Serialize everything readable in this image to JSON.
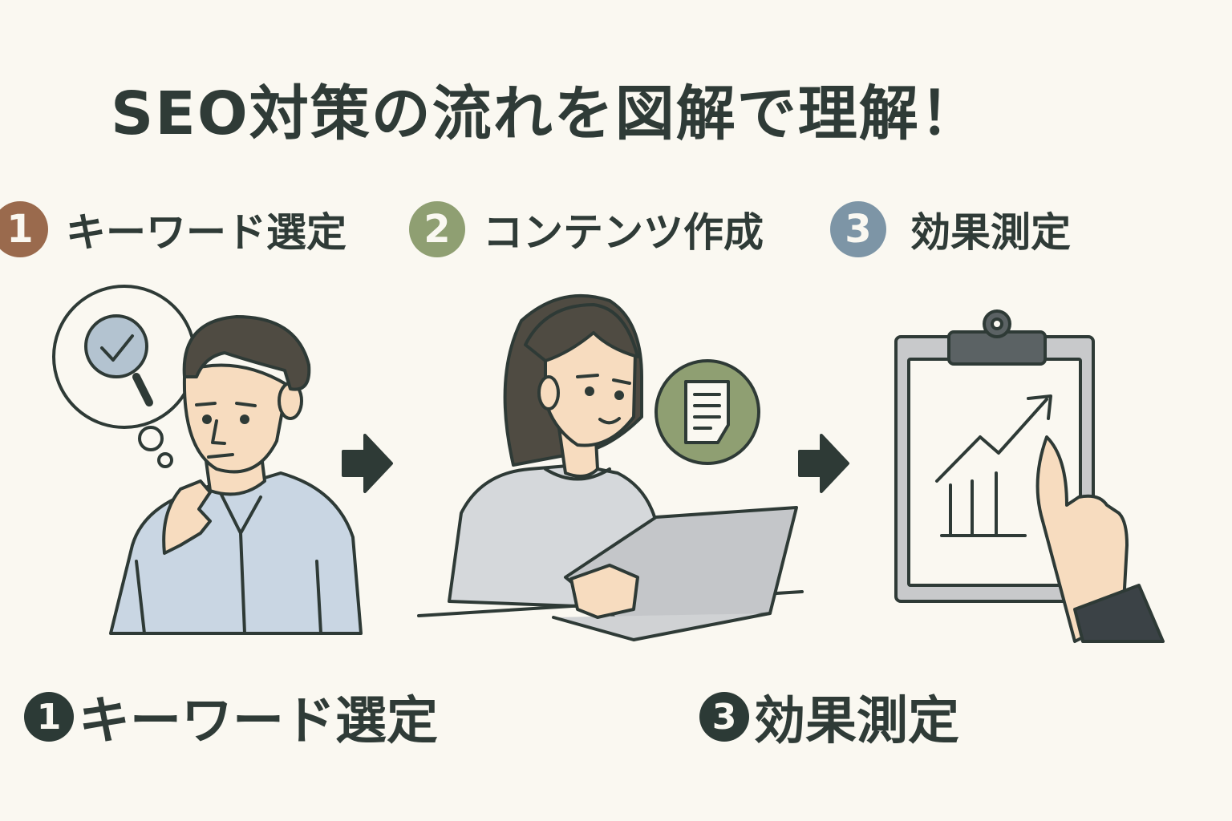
{
  "title": "SEO対策の流れを図解で理解！",
  "steps": [
    {
      "number": "1",
      "label": "キーワード選定",
      "color": "#9a6a4d"
    },
    {
      "number": "2",
      "label": "コンテンツ作成",
      "color": "#8f9f72"
    },
    {
      "number": "3",
      "label": "効果測定",
      "color": "#7d95a6"
    }
  ],
  "bottom_labels": [
    {
      "number": "1",
      "label": "キーワード選定"
    },
    {
      "number": "3",
      "label": "効果測定"
    }
  ],
  "icons": [
    "magnifier-check-icon",
    "document-icon",
    "arrow-right-icon",
    "rising-chart-icon"
  ],
  "colors": {
    "background": "#faf8f1",
    "ink": "#2f3b37",
    "shirt_blue": "#c9d6e3",
    "sweater_gray": "#d5d8db",
    "skin": "#f7dcbf",
    "hair": "#4f4b42",
    "doc_badge": "#8f9f72"
  }
}
